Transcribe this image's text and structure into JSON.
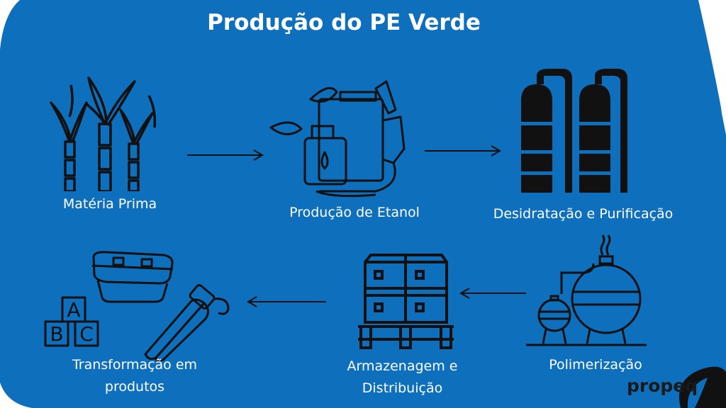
{
  "title": "Produção do PE Verde",
  "steps": [
    {
      "label": "Matéria Prima",
      "icon": "sugarcane-icon"
    },
    {
      "label": "Produção de Etanol",
      "icon": "ethanol-fuel-icon"
    },
    {
      "label": "Desidratação e Purificação",
      "icon": "distillation-column-icon"
    },
    {
      "label": "Polimerização",
      "icon": "reactor-tank-icon"
    },
    {
      "label": "Armazenagem e Distribuição",
      "icon": "pallet-boxes-icon"
    },
    {
      "label": "Transformação em produtos",
      "icon": "products-icon"
    }
  ],
  "logo": {
    "text": "propeq"
  },
  "colors": {
    "background": "#0e6fbd",
    "accent": "#ffffff",
    "icon": "#111111"
  }
}
